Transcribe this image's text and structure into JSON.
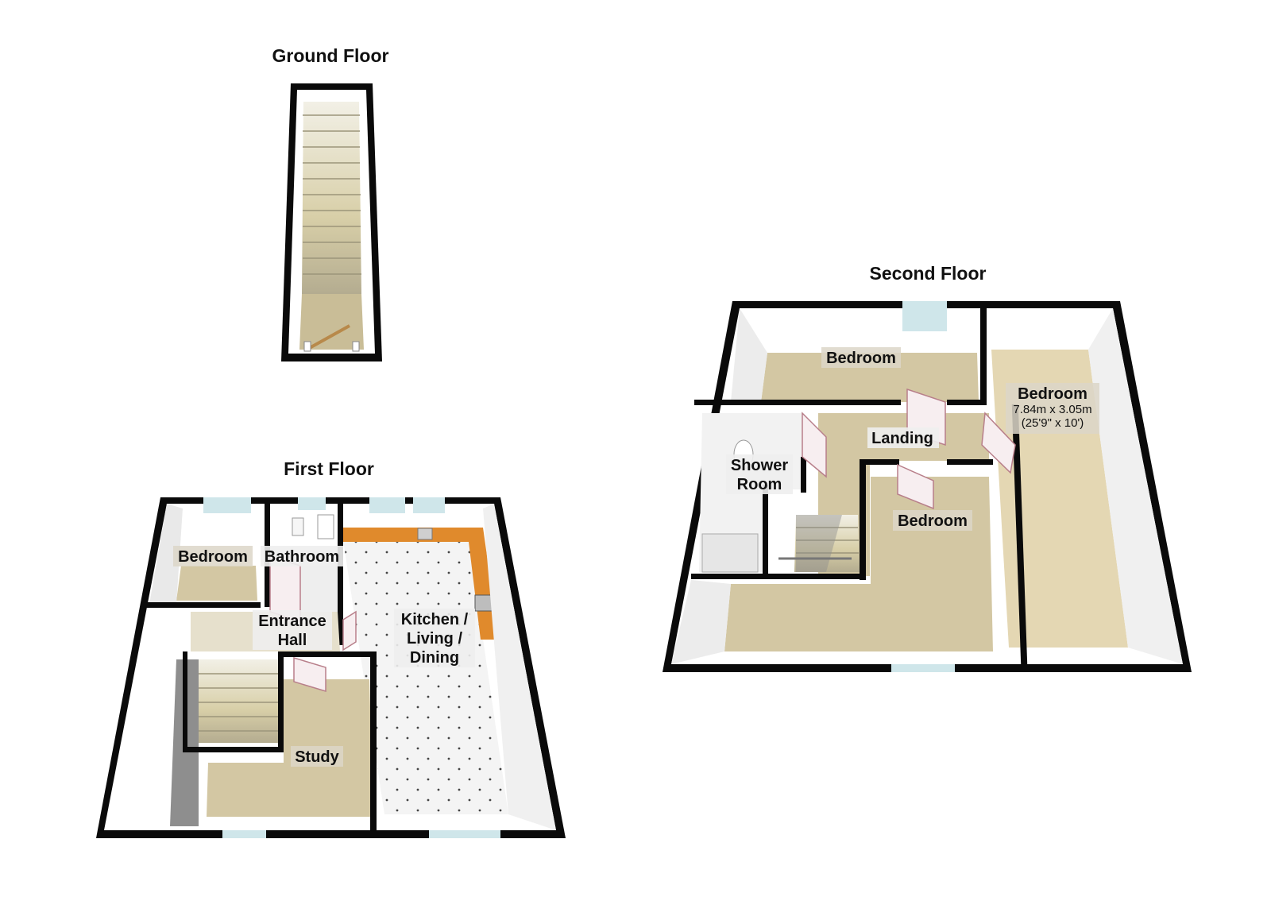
{
  "floors": {
    "ground": {
      "title": "Ground Floor"
    },
    "first": {
      "title": "First Floor",
      "rooms": {
        "bedroom": "Bedroom",
        "bathroom": "Bathroom",
        "entrance_line1": "Entrance",
        "entrance_line2": "Hall",
        "kitchen_line1": "Kitchen /",
        "kitchen_line2": "Living /",
        "kitchen_line3": "Dining",
        "study": "Study"
      }
    },
    "second": {
      "title": "Second Floor",
      "rooms": {
        "bedroom_top": "Bedroom",
        "bedroom_large": "Bedroom",
        "bedroom_large_dim_metric": "7.84m x 3.05m",
        "bedroom_large_dim_imperial": "(25'9\" x 10')",
        "landing": "Landing",
        "shower_line1": "Shower",
        "shower_line2": "Room",
        "bedroom_middle": "Bedroom"
      }
    }
  },
  "colors": {
    "wall": "#0a0a0a",
    "carpet": "#d3c7a3",
    "carpet_light": "#e4d7b3",
    "tile": "#f2f2f2",
    "worktop": "#e08a2c",
    "window": "#cfe6ea"
  }
}
